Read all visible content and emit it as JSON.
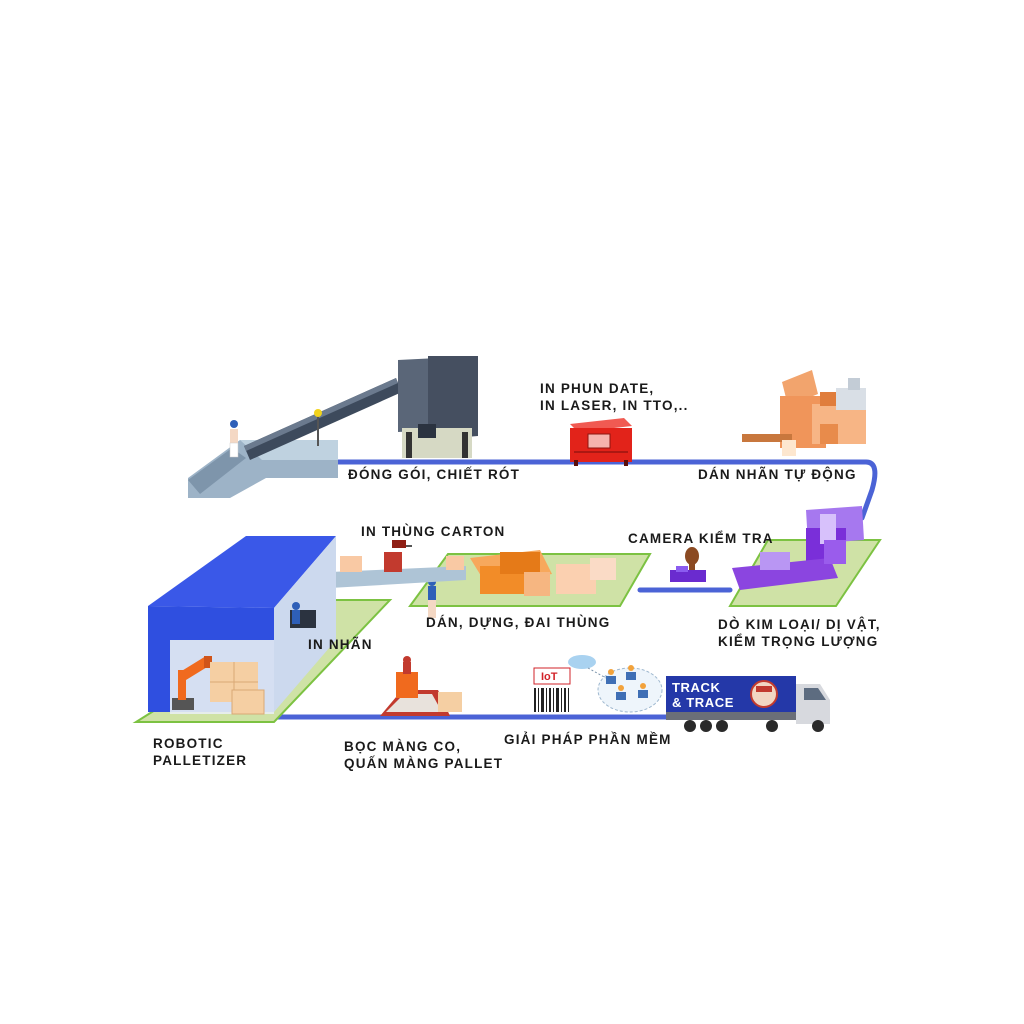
{
  "stages": {
    "filling": "ĐÓNG GÓI, CHIẾT RÓT",
    "printing_line1": "IN PHUN DATE,",
    "printing_line2": "IN LASER, IN TTO,..",
    "auto_labeling": "DÁN NHÃN TỰ ĐỘNG",
    "camera": "CAMERA KIỂM TRA",
    "metal_detect_line1": "DÒ KIM LOẠI/ DỊ VẬT,",
    "metal_detect_line2": "KIỂM TRỌNG LƯỢNG",
    "carton_forming": "DÁN, DỰNG, ĐAI THÙNG",
    "carton_printing": "IN THÙNG CARTON",
    "labeling": "IN NHÃN",
    "palletizer_line1": "ROBOTIC",
    "palletizer_line2": "PALLETIZER",
    "wrapping_line1": "BỌC MÀNG CO,",
    "wrapping_line2": "QUẤN MÀNG PALLET",
    "software": "GIẢI PHÁP PHẦN MỀM"
  },
  "truck": {
    "line1": "TRACK",
    "line2": "& TRACE"
  },
  "iot_badge": "IoT",
  "colors": {
    "flow_line": "#4b63d6",
    "platform": "#cfe2a6",
    "platform_edge": "#7cc242",
    "printer": "#e2231a",
    "labeler": "#f0955a",
    "detector": "#7a2fd9",
    "carton": "#f28c28",
    "building": "#2f4fe0",
    "truck_banner": "#2438a8"
  }
}
